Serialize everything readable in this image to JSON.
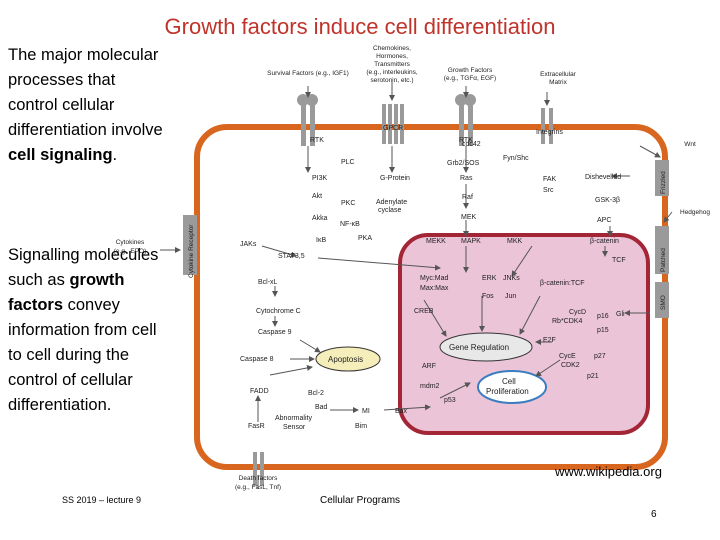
{
  "title": "Growth factors induce cell differentiation",
  "para1": {
    "lead": "The major molecular processes that control cellular differentiation involve ",
    "bold": "cell signaling",
    "tail": "."
  },
  "para2": {
    "lead": "Signalling molecules such as ",
    "bold": "growth factors",
    "tail": " convey information from cell to cell during the control of cellular differentiation."
  },
  "credit": "www.wikipedia.org",
  "footer_left": "SS 2019 – lecture 9",
  "footer_mid": "Cellular Programs",
  "page_number": "6",
  "colors": {
    "title": "#c0332b",
    "cell_membrane": "#d9661f",
    "nucleus_fill": "#ecc4d8",
    "nucleus_border": "#a32636",
    "receptor": "#9a9a9a",
    "gene_regulation_fill": "#e8e8e8",
    "cell_proliferation_border": "#3a7dc0"
  },
  "diagram": {
    "ligands": {
      "survival": "Survival Factors (e.g., IGF1)",
      "chemokines_1": "Chemokines,",
      "chemokines_2": "Hormones,",
      "chemokines_3": "Transmitters",
      "chemokines_4": "(e.g., interleukins,",
      "chemokines_5": "serotonin, etc.)",
      "growth_1": "Growth Factors",
      "growth_2": "(e.g., TGFα, EGF)",
      "ecm_1": "Extracellular",
      "ecm_2": "Matrix",
      "wnt": "Wnt",
      "hedgehog": "Hedgehog",
      "cytokines_1": "Cytokines",
      "cytokines_2": "(e.g., EPO)",
      "death_1": "Death factors",
      "death_2": "(e.g., FasL, Tnf)"
    },
    "receptors": {
      "rtk1": "RTK",
      "gpcr": "GPCR",
      "rtk2": "RTK",
      "integrins": "Integrins",
      "frizzled": "Frizzled",
      "patched": "Patched",
      "smo": "SMO",
      "cytokine_receptor": "Cytokine Receptor",
      "fasr": "FasR"
    },
    "cytoplasm": {
      "cdc42": "cdc42",
      "fyn": "Fyn/Shc",
      "plc": "PLC",
      "grb2": "Grb2/SOS",
      "pi3k": "PI3K",
      "gprotein": "G-Protein",
      "ras": "Ras",
      "fak": "FAK",
      "src": "Src",
      "dishevelled": "Dishevelled",
      "akt": "Akt",
      "pkc": "PKC",
      "adenylate_1": "Adenylate",
      "adenylate_2": "cyclase",
      "raf": "Raf",
      "gsk": "GSK-3β",
      "akka": "Akka",
      "nfkb": "NF-κB",
      "mek": "MEK",
      "apc": "APC",
      "jaks": "JAKs",
      "ikb": "IκB",
      "pka": "PKA",
      "mekk": "MEKK",
      "mapk": "MAPK",
      "mkk": "MKK",
      "bcatenin": "β-catenin",
      "stat": "STAT3,5",
      "tcf": "TCF",
      "bclxl": "Bcl-xL",
      "cytc": "Cytochrome C",
      "casp9": "Caspase 9",
      "casp8": "Caspase 8",
      "fadd": "FADD",
      "bcl2": "Bcl-2",
      "bad": "Bad",
      "abn_1": "Abnormality",
      "abn_2": "Sensor",
      "bim": "Bim",
      "mi": "MI",
      "bax": "Bax",
      "apoptosis": "Apoptosis"
    },
    "nucleus": {
      "myc": "Myc:Mad",
      "max": "Max:Max",
      "erk": "ERK",
      "jnks": "JNKs",
      "fos": "Fos",
      "jun": "Jun",
      "bcat_tcf": "β-catenin:TCF",
      "creb": "CREB",
      "cycd": "CycD",
      "cdk46": "Rb*CDK4",
      "p16": "p16",
      "p15": "p15",
      "gli": "Gli",
      "e2f": "E2F",
      "gene_regulation": "Gene Regulation",
      "arf": "ARF",
      "cyce": "CycE",
      "cdk2": "CDK2",
      "p27": "p27",
      "p21": "p21",
      "mdm2": "mdm2",
      "p53": "p53",
      "prolif_1": "Cell",
      "prolif_2": "Proliferation"
    }
  }
}
